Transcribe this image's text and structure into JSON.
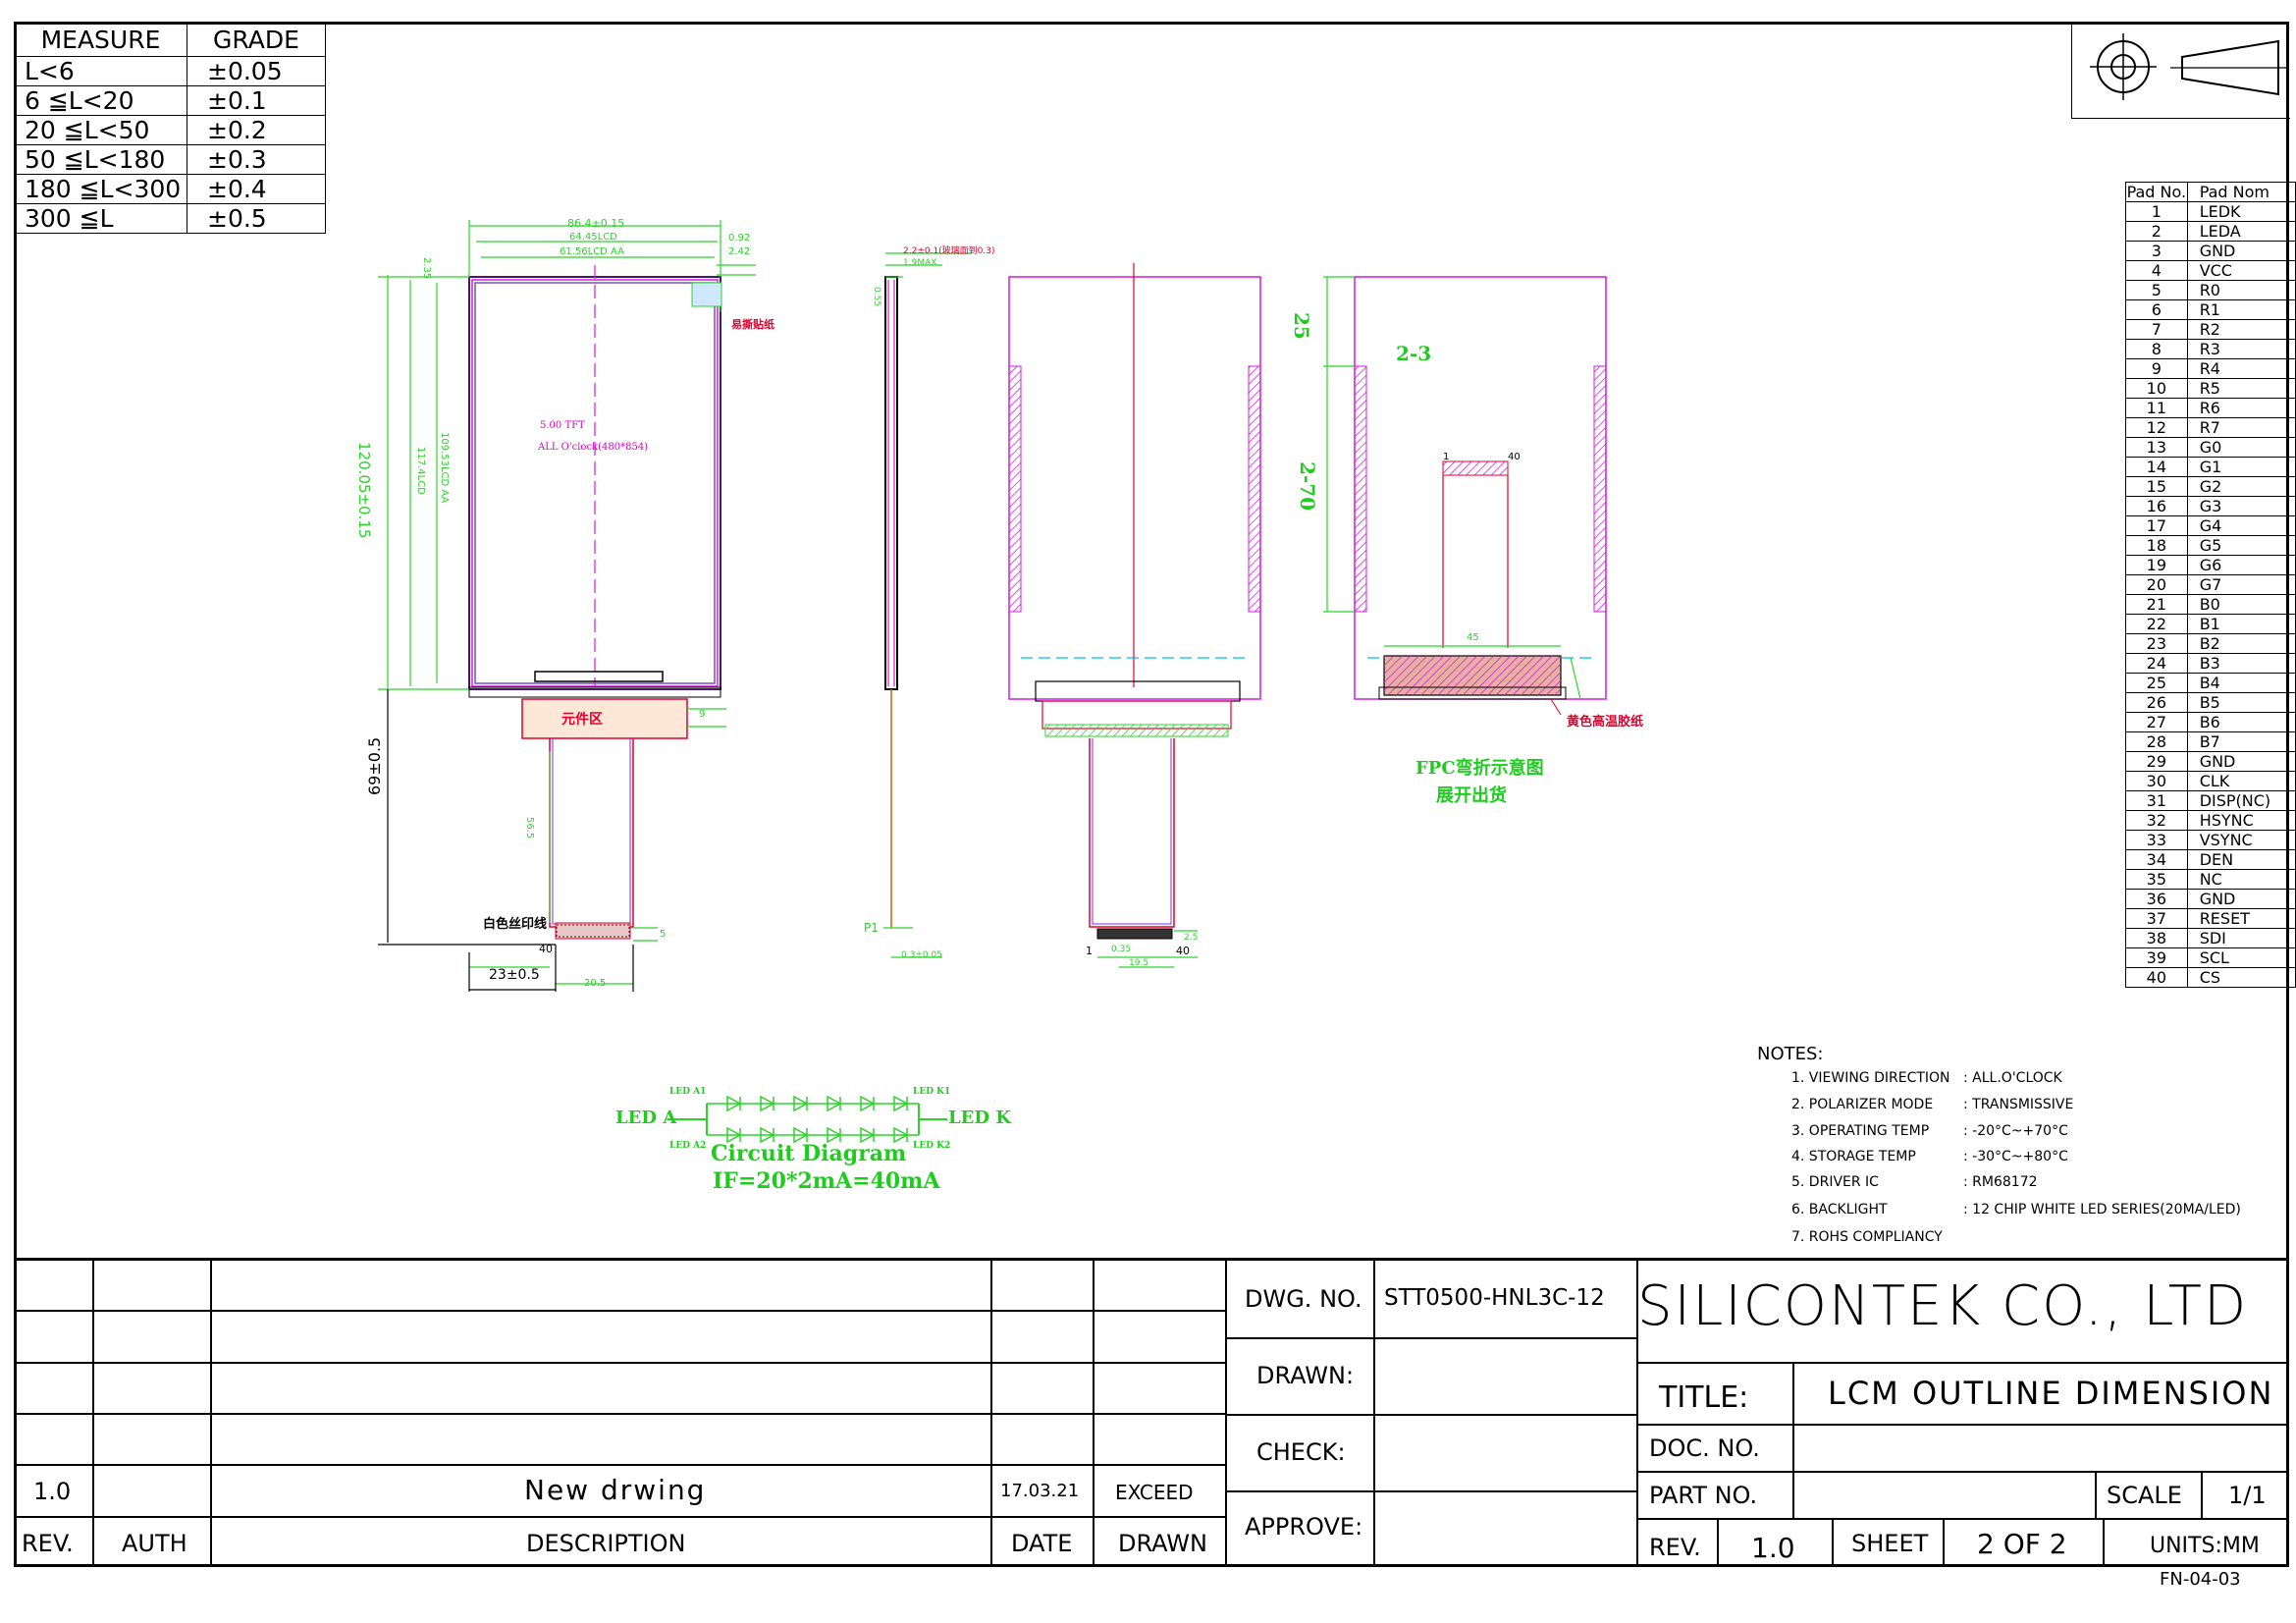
{
  "grade_table": {
    "header": [
      "MEASURE",
      "GRADE"
    ],
    "rows": [
      [
        "L<6",
        "±0.05"
      ],
      [
        "6 ≦L<20",
        "±0.1"
      ],
      [
        "20 ≦L<50",
        "±0.2"
      ],
      [
        "50 ≦L<180",
        "±0.3"
      ],
      [
        "180 ≦L<300",
        "±0.4"
      ],
      [
        "300 ≦L",
        "±0.5"
      ]
    ]
  },
  "pad_table": {
    "header": [
      "Pad No.",
      "Pad Nom"
    ],
    "rows": [
      [
        "1",
        "LEDK"
      ],
      [
        "2",
        "LEDA"
      ],
      [
        "3",
        "GND"
      ],
      [
        "4",
        "VCC"
      ],
      [
        "5",
        "R0"
      ],
      [
        "6",
        "R1"
      ],
      [
        "7",
        "R2"
      ],
      [
        "8",
        "R3"
      ],
      [
        "9",
        "R4"
      ],
      [
        "10",
        "R5"
      ],
      [
        "11",
        "R6"
      ],
      [
        "12",
        "R7"
      ],
      [
        "13",
        "G0"
      ],
      [
        "14",
        "G1"
      ],
      [
        "15",
        "G2"
      ],
      [
        "16",
        "G3"
      ],
      [
        "17",
        "G4"
      ],
      [
        "18",
        "G5"
      ],
      [
        "19",
        "G6"
      ],
      [
        "20",
        "G7"
      ],
      [
        "21",
        "B0"
      ],
      [
        "22",
        "B1"
      ],
      [
        "23",
        "B2"
      ],
      [
        "24",
        "B3"
      ],
      [
        "25",
        "B4"
      ],
      [
        "26",
        "B5"
      ],
      [
        "27",
        "B6"
      ],
      [
        "28",
        "B7"
      ],
      [
        "29",
        "GND"
      ],
      [
        "30",
        "CLK"
      ],
      [
        "31",
        "DISP(NC)"
      ],
      [
        "32",
        "HSYNC"
      ],
      [
        "33",
        "VSYNC"
      ],
      [
        "34",
        "DEN"
      ],
      [
        "35",
        "NC"
      ],
      [
        "36",
        "GND"
      ],
      [
        "37",
        "RESET"
      ],
      [
        "38",
        "SDI"
      ],
      [
        "39",
        "SCL"
      ],
      [
        "40",
        "CS"
      ]
    ]
  },
  "notes": {
    "title": "NOTES:",
    "items": [
      {
        "label": "1. VIEWING DIRECTION",
        "value": ": ALL.O'CLOCK"
      },
      {
        "label": "2. POLARIZER MODE",
        "value": ": TRANSMISSIVE"
      },
      {
        "label": "3. OPERATING TEMP",
        "value": ": -20°C~+70°C"
      },
      {
        "label": "4. STORAGE TEMP",
        "value": ": -30°C~+80°C"
      },
      {
        "label": "5. DRIVER IC",
        "value": ": RM68172"
      },
      {
        "label": "6. BACKLIGHT",
        "value": ": 12 CHIP WHITE LED SERIES(20MA/LED)"
      },
      {
        "label": "7. ROHS COMPLIANCY",
        "value": ""
      }
    ]
  },
  "drawing": {
    "dim_width": "86.4±0.15",
    "dim_lcd": "64.45LCD",
    "dim_aa": "61.56LCD AA",
    "dim_092": "0.92",
    "dim_242": "2.42",
    "dim_height": "120.05±0.15",
    "dim_lcd_h": "117.4LCD",
    "dim_aa_h": "109.53LCD AA",
    "dim_235": "2.35",
    "dim_tail": "69±0.5",
    "dim_23": "23±0.5",
    "dim_205": "20.5",
    "dim_9": "9",
    "dim_5": "5",
    "dim_s65": "56.5",
    "panel_title": "5.00 TFT",
    "panel_sub": "ALL O'clock(480*854)",
    "label_sticker": "易撕贴纸",
    "label_component": "元件区",
    "label_silk": "白色丝印线",
    "pin_1": "1",
    "pin_40": "40",
    "side_dim_top": "2.2±0.1(玻璃面到0.3)",
    "side_dim_max": "1.9MAX",
    "side_dim_055": "0.55",
    "side_p1": "P1",
    "side_dim_fpc": "0.3±0.05",
    "back_dim_1": "0.35",
    "back_dim_2": "19.5",
    "back_dim_3": "2.5",
    "fold_dim_25": "25",
    "fold_dim_23": "2-3",
    "fold_dim_270": "2-70",
    "fold_dim_45": "45",
    "fold_pin_1": "1",
    "fold_pin_40": "40",
    "fold_tape": "黄色高温胶纸",
    "fold_caption": "FPC弯折示意图",
    "fold_caption2": "展开出货"
  },
  "circuit": {
    "led_a": "LED A",
    "led_k": "LED K",
    "led_a1": "LED A1",
    "led_a2": "LED A2",
    "led_k1": "LED K1",
    "led_k2": "LED K2",
    "caption": "Circuit Diagram",
    "formula": "IF=20*2mA=40mA"
  },
  "title_block": {
    "rev_rows": [
      {
        "rev": "1.0",
        "auth": "",
        "desc": "New drwing",
        "date": "17.03.21",
        "drawn": "EXCEED"
      }
    ],
    "headers": {
      "rev": "REV.",
      "auth": "AUTH",
      "desc": "DESCRIPTION",
      "date": "DATE",
      "drawn": "DRAWN"
    },
    "dwg_no_label": "DWG. NO.",
    "dwg_no": "STT0500-HNL3C-12",
    "drawn_label": "DRAWN:",
    "check_label": "CHECK:",
    "approve_label": "APPROVE:",
    "company": "SILICONTEK  CO.,  LTD",
    "title_label": "TITLE:",
    "title": "LCM  OUTLINE  DIMENSION",
    "doc_no_label": "DOC. NO.",
    "part_no_label": "PART NO.",
    "scale_label": "SCALE",
    "scale": "1/1",
    "rev_label": "REV.",
    "rev": "1.0",
    "sheet_label": "SHEET",
    "sheet": "2  OF  2",
    "units": "UNITS:MM",
    "footer_code": "FN-04-03"
  }
}
